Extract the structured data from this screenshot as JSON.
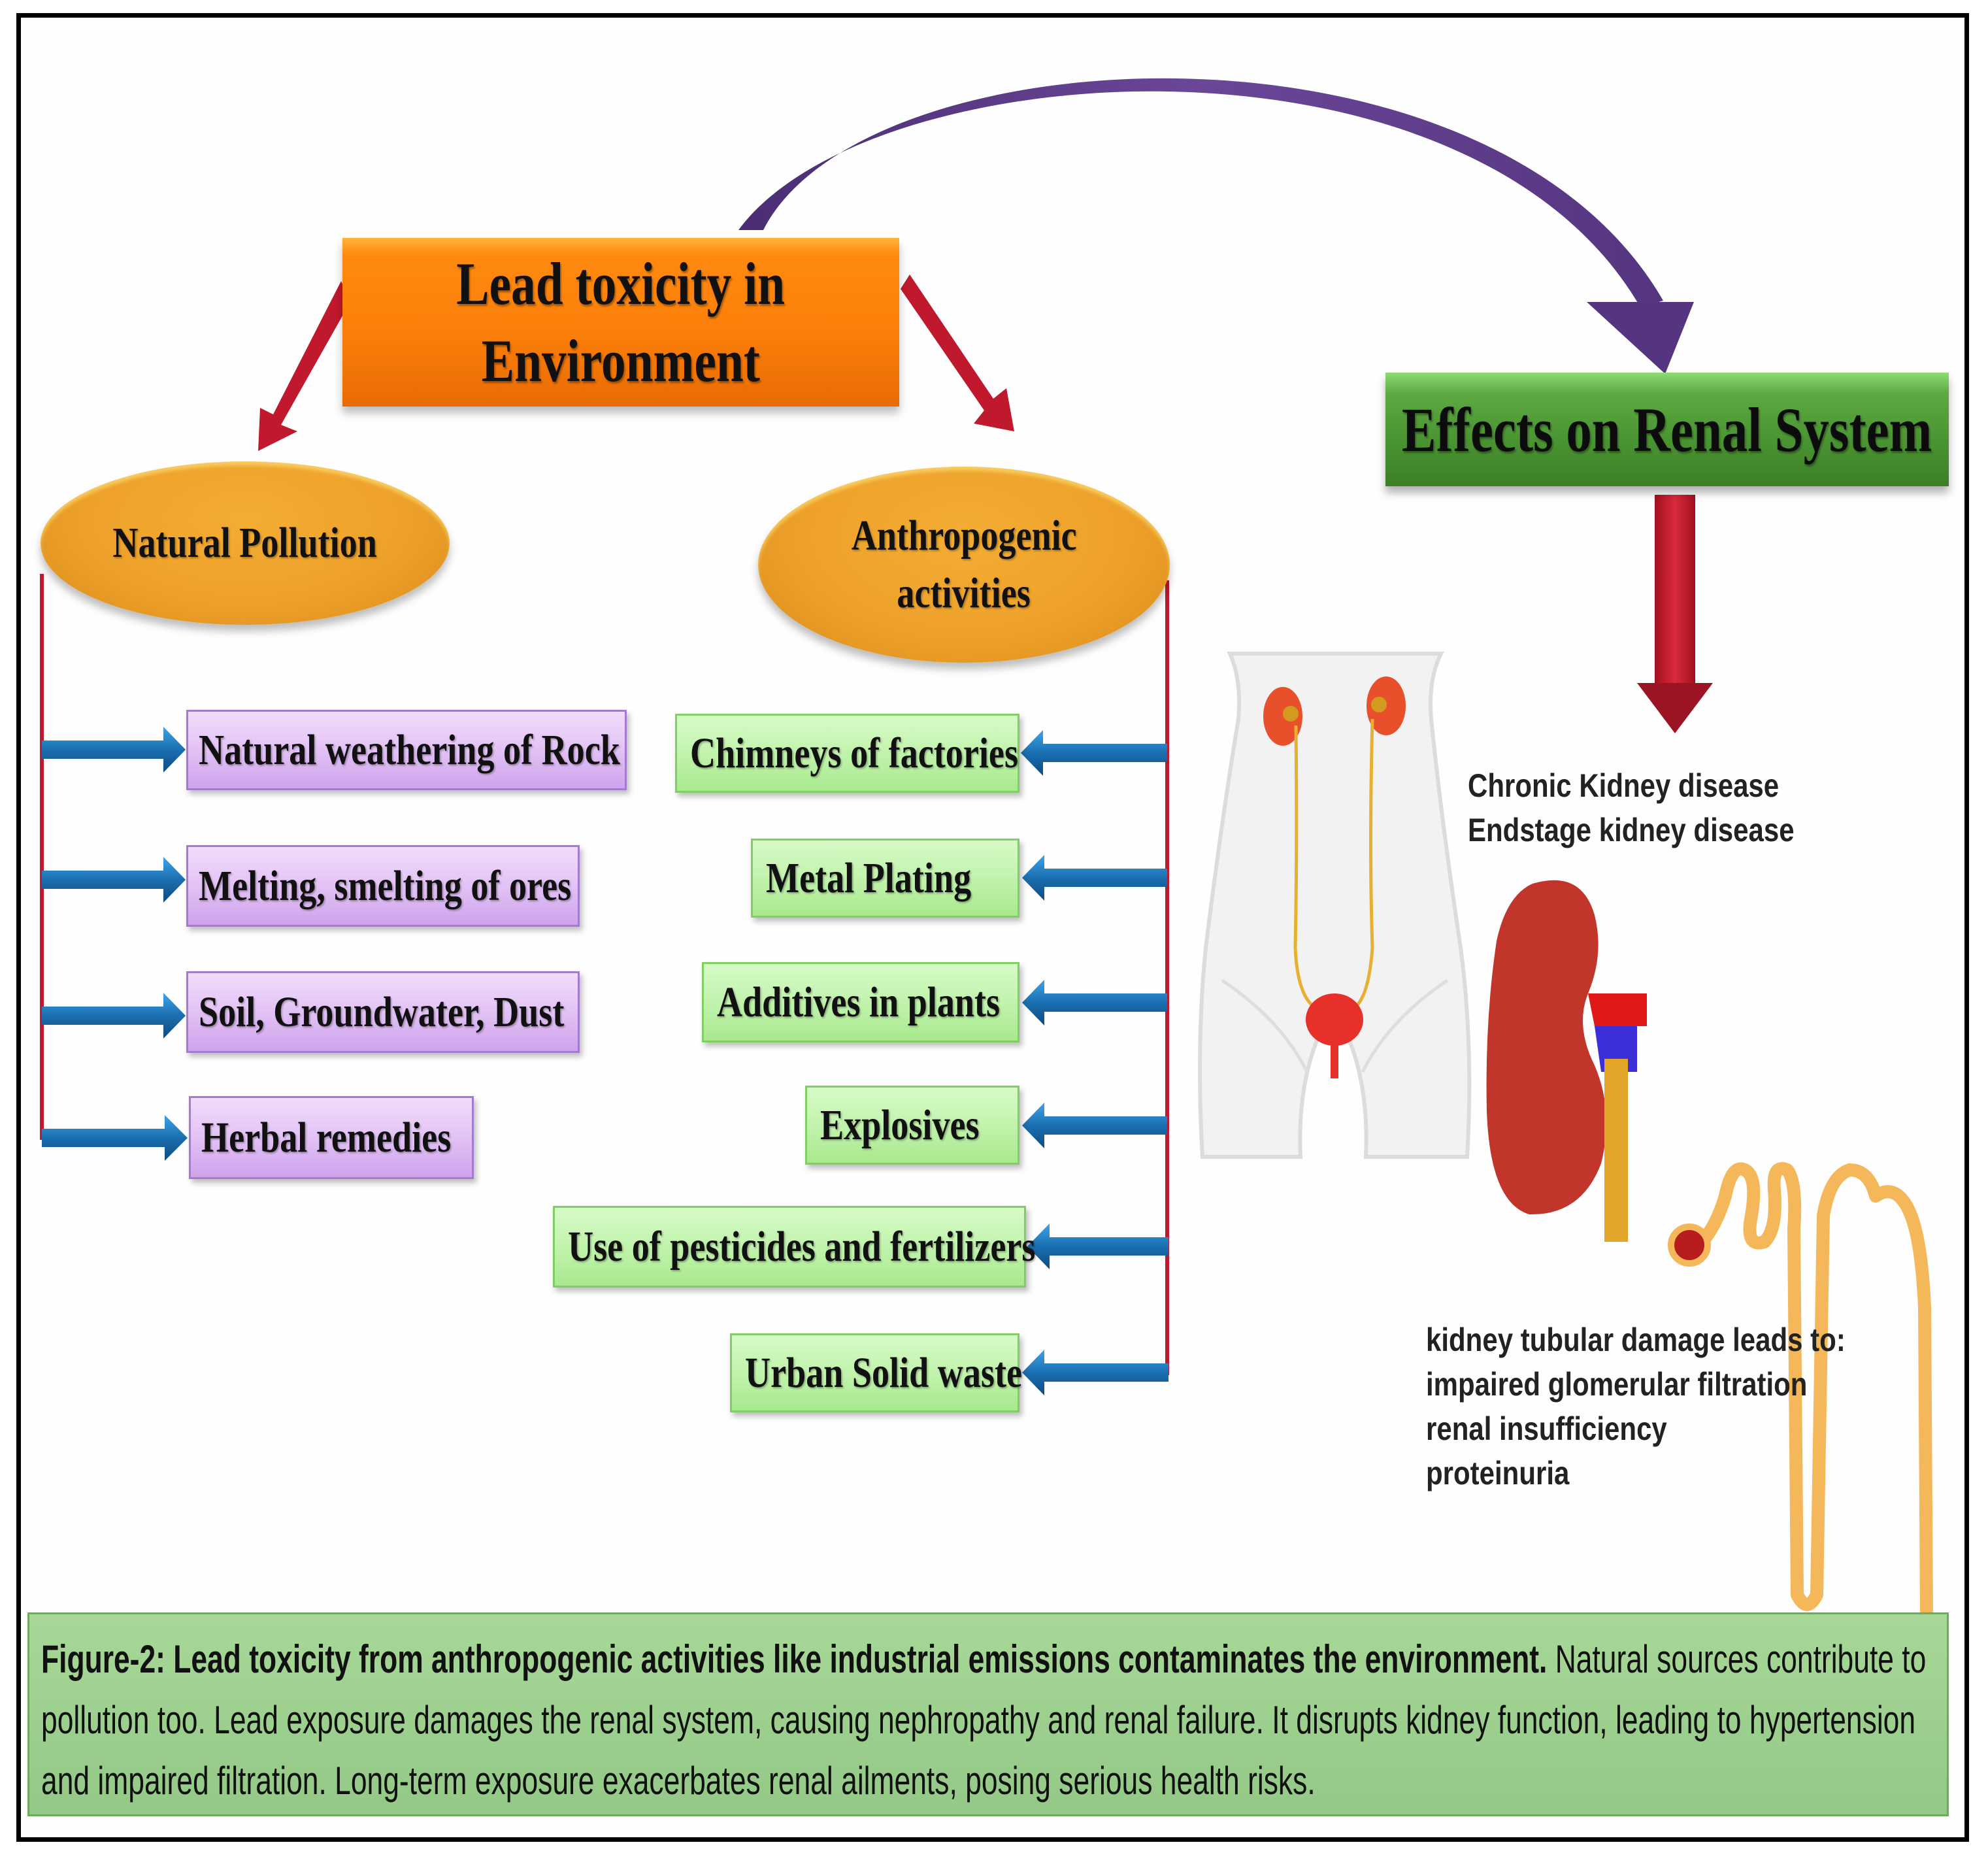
{
  "diagram": {
    "root": {
      "line1": "Lead toxicity in",
      "line2": "Environment"
    },
    "branches": {
      "natural": {
        "label": "Natural Pollution",
        "items": [
          "Natural weathering of Rock",
          "Melting, smelting of ores",
          "Soil, Groundwater, Dust",
          "Herbal remedies"
        ]
      },
      "anthropogenic": {
        "line1": "Anthropogenic",
        "line2": "activities",
        "items": [
          "Chimneys of factories",
          "Metal Plating",
          "Additives in plants",
          "Explosives",
          "Use of pesticides and fertilizers",
          "Urban Solid waste"
        ]
      }
    },
    "effects": {
      "title": "Effects on Renal System",
      "disease_lines": [
        "Chronic Kidney disease",
        "Endstage kidney disease"
      ],
      "tubular_lines": [
        "kidney tubular damage leads to:",
        "impaired glomerular filtration",
        "renal insufficiency",
        "proteinuria"
      ]
    },
    "caption": {
      "bold": "Figure-2: Lead toxicity from anthropogenic activities like industrial emissions contaminates the environment.",
      "body": " Natural sources contribute to pollution too. Lead exposure damages the renal system, causing nephropathy and renal failure. It disrupts kidney function, leading to hypertension and impaired filtration. Long-term exposure exacerbates renal ailments, posing serious health risks."
    },
    "colors": {
      "root_box": "#fb7f0a",
      "ellipse": "#eea12a",
      "natural_boxes": "#e6c8f7",
      "anthropogenic_boxes": "#c4f4b0",
      "effects_box": "#4a9432",
      "connector_red": "#c0182c",
      "arrow_blue": "#1a6fb0",
      "arc_purple": "#5b3a86",
      "caption_bg": "#9fd08f"
    },
    "icons": [
      "curved-arrow",
      "red-arrow",
      "blue-arrow",
      "body-urinary-system-illustration",
      "kidney-illustration",
      "nephron-illustration"
    ]
  }
}
